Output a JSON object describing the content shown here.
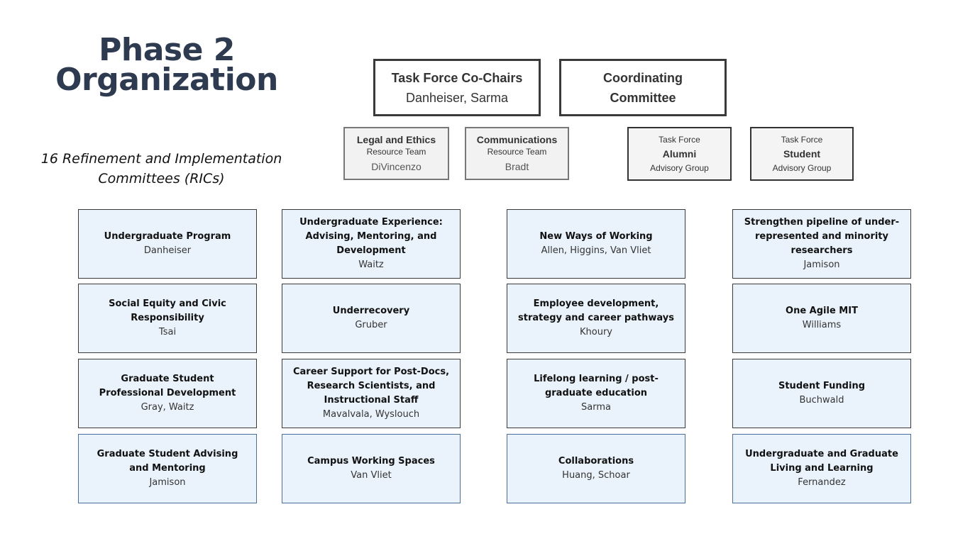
{
  "title": {
    "line1": "Phase 2",
    "line2": "Organization"
  },
  "subtitle": {
    "line1": "16 Refinement and Implementation",
    "line2": "Committees (RICs)"
  },
  "cochairs": {
    "title": "Task Force Co-Chairs",
    "leads": "Danheiser, Sarma"
  },
  "coordinating": {
    "line1": "Coordinating",
    "line2": "Committee"
  },
  "resource_teams": [
    {
      "name": "Legal and Ethics",
      "type": "Resource Team",
      "lead": "DiVincenzo"
    },
    {
      "name": "Communications",
      "type": "Resource Team",
      "lead": "Bradt"
    }
  ],
  "advisory_groups": [
    {
      "pre": "Task Force",
      "name": "Alumni",
      "post": "Advisory Group"
    },
    {
      "pre": "Task Force",
      "name": "Student",
      "post": "Advisory Group"
    }
  ],
  "rics": [
    {
      "name": "Undergraduate Program",
      "leads": "Danheiser"
    },
    {
      "name": "Undergraduate Experience: Advising, Mentoring, and Development",
      "leads": "Waitz"
    },
    {
      "name": "New Ways of Working",
      "leads": "Allen, Higgins, Van Vliet"
    },
    {
      "name": "Strengthen pipeline of under-represented and minority researchers",
      "leads": "Jamison"
    },
    {
      "name": "Social Equity and Civic Responsibility",
      "leads": "Tsai"
    },
    {
      "name": "Underrecovery",
      "leads": "Gruber"
    },
    {
      "name": "Employee development, strategy and career pathways",
      "leads": "Khoury"
    },
    {
      "name": "One Agile MIT",
      "leads": "Williams"
    },
    {
      "name": "Graduate Student Professional Development",
      "leads": "Gray, Waitz"
    },
    {
      "name": "Career Support for Post-Docs, Research Scientists, and Instructional Staff",
      "leads": "Mavalvala, Wyslouch"
    },
    {
      "name": "Lifelong learning / post-graduate education",
      "leads": "Sarma"
    },
    {
      "name": "Student Funding",
      "leads": "Buchwald"
    },
    {
      "name": "Graduate Student Advising and Mentoring",
      "leads": "Jamison"
    },
    {
      "name": "Campus Working Spaces",
      "leads": "Van Vliet"
    },
    {
      "name": "Collaborations",
      "leads": "Huang, Schoar"
    },
    {
      "name": "Undergraduate and Graduate Living and Learning",
      "leads": "Fernandez"
    }
  ]
}
